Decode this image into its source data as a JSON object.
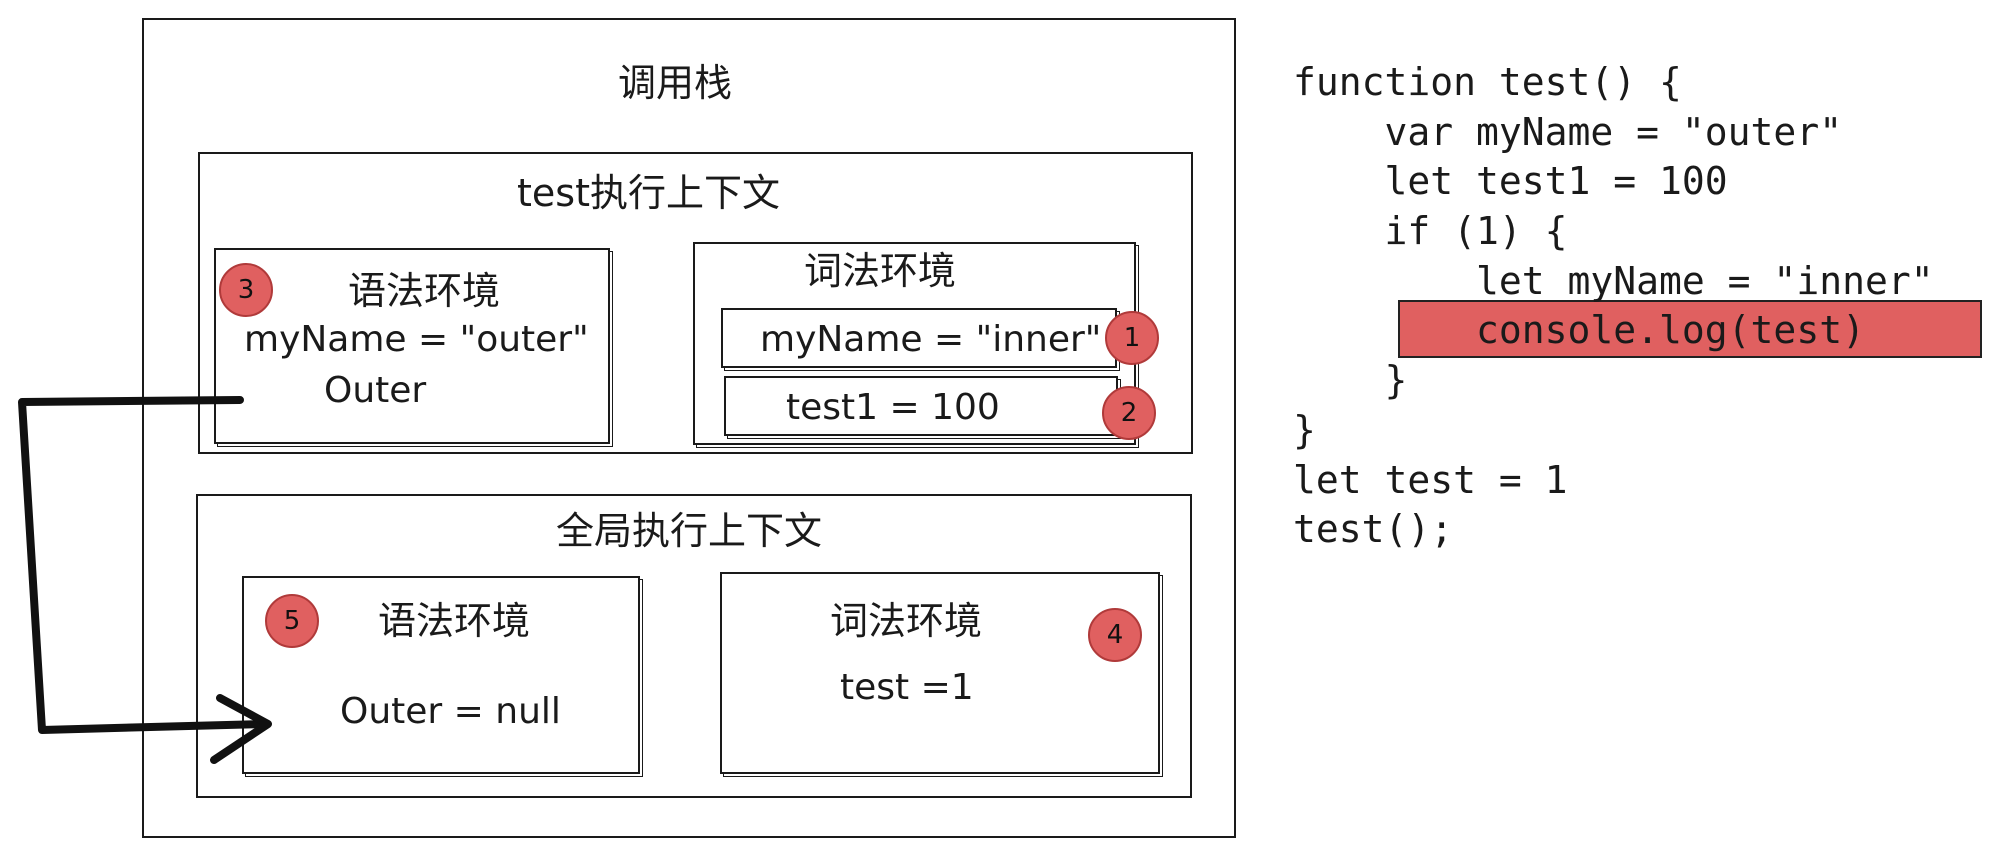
{
  "call_stack": {
    "title": "调用栈"
  },
  "test_context": {
    "title": "test执行上下文",
    "variable_env": {
      "title": "语法环境",
      "entry": "myName = \"outer\"",
      "outer": "Outer",
      "badge": "3"
    },
    "lexical_env": {
      "title": "词法环境",
      "entries": [
        {
          "text": "myName = \"inner\"",
          "badge": "1"
        },
        {
          "text": "test1 = 100",
          "badge": "2"
        }
      ]
    }
  },
  "global_context": {
    "title": "全局执行上下文",
    "variable_env": {
      "title": "语法环境",
      "entry": "Outer = null",
      "badge": "5"
    },
    "lexical_env": {
      "title": "词法环境",
      "entry": "test =1",
      "badge": "4"
    }
  },
  "code": {
    "lines": [
      "function test() {",
      "    var myName = \"outer\"",
      "    let test1 = 100",
      "    if (1) {",
      "        let myName = \"inner\"",
      "        console.log(test)",
      "    }",
      "}",
      "let test = 1",
      "test();"
    ],
    "highlight_line": 5,
    "highlight_color": "#e06060"
  }
}
